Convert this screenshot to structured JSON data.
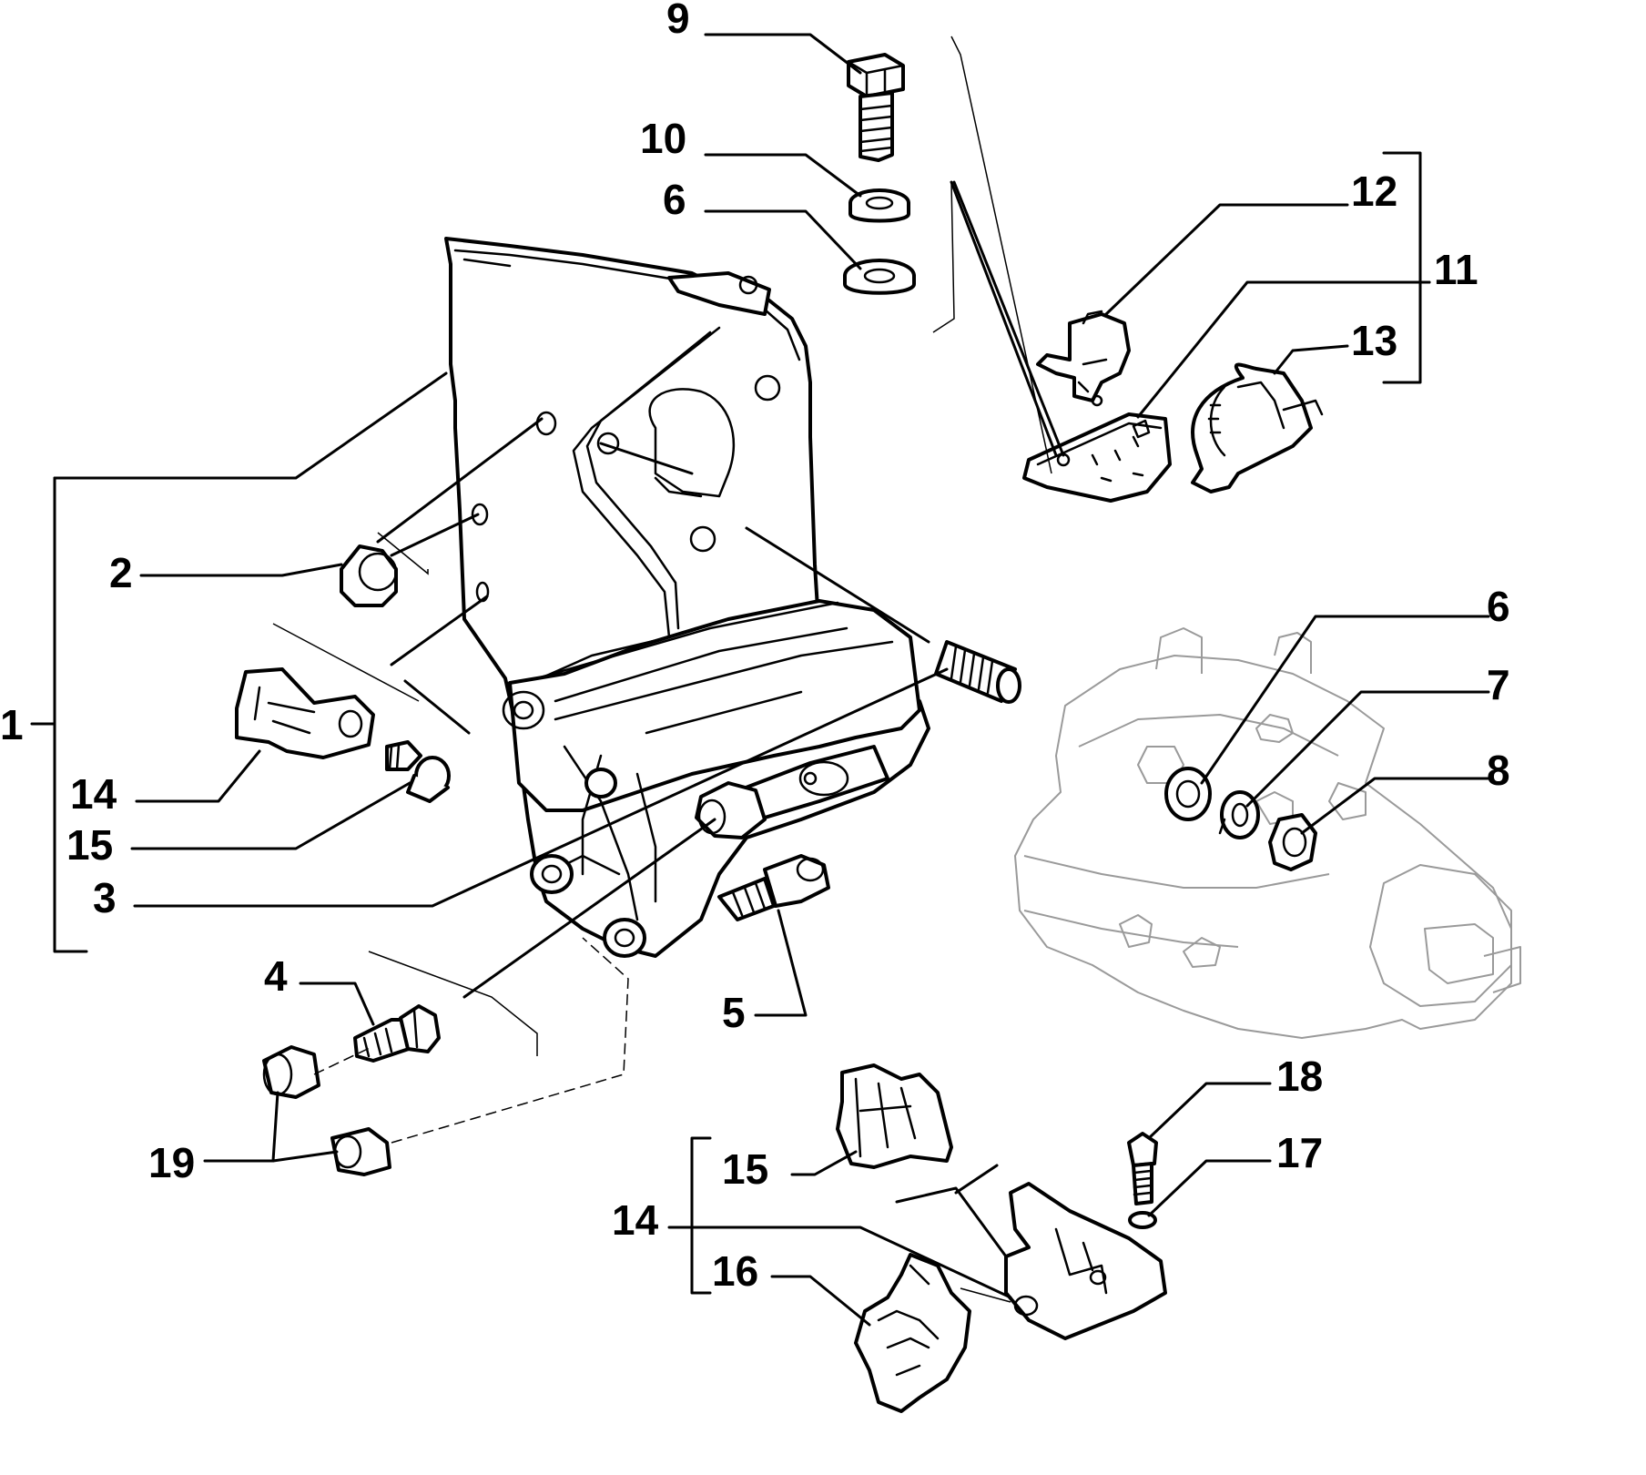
{
  "callouts": [
    {
      "id": "c9",
      "label": "9"
    },
    {
      "id": "c10",
      "label": "10"
    },
    {
      "id": "c6a",
      "label": "6"
    },
    {
      "id": "c12",
      "label": "12"
    },
    {
      "id": "c11",
      "label": "11"
    },
    {
      "id": "c13",
      "label": "13"
    },
    {
      "id": "c2",
      "label": "2"
    },
    {
      "id": "c1",
      "label": "1"
    },
    {
      "id": "c14a",
      "label": "14"
    },
    {
      "id": "c15a",
      "label": "15"
    },
    {
      "id": "c3",
      "label": "3"
    },
    {
      "id": "c6b",
      "label": "6"
    },
    {
      "id": "c7",
      "label": "7"
    },
    {
      "id": "c8",
      "label": "8"
    },
    {
      "id": "c4",
      "label": "4"
    },
    {
      "id": "c5",
      "label": "5"
    },
    {
      "id": "c19",
      "label": "19"
    },
    {
      "id": "c18",
      "label": "18"
    },
    {
      "id": "c17",
      "label": "17"
    },
    {
      "id": "c15b",
      "label": "15"
    },
    {
      "id": "c14b",
      "label": "14"
    },
    {
      "id": "c16",
      "label": "16"
    }
  ]
}
